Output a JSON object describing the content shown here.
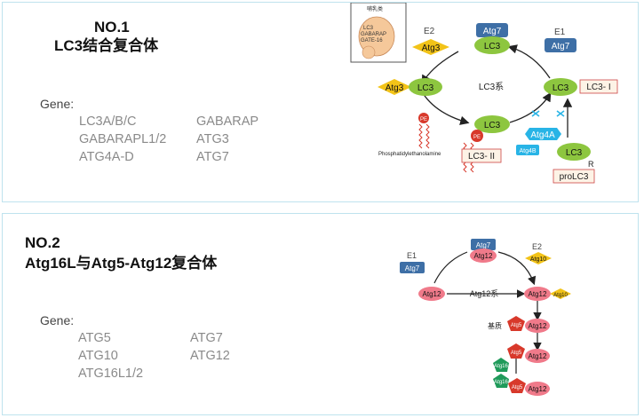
{
  "panel1": {
    "title1": "NO.1",
    "title2": "LC3结合复合体",
    "gene_label": "Gene:",
    "genes": [
      "LC3A/B/C",
      "GABARAP",
      "GABARAPL1/2",
      "ATG3",
      "ATG4A-D",
      "ATG7"
    ],
    "diagram": {
      "inset_lines": [
        "哺乳类",
        "LC3",
        "GABARAP",
        "GATE-16"
      ],
      "center": "LC3系",
      "e1": "E1",
      "e2": "E2",
      "atg7": "Atg7",
      "atg3": "Atg3",
      "lc3": "LC3",
      "atg4a": "Atg4A",
      "atg4b": "Atg4B",
      "pe": "PE",
      "phospholipid": "Phosphatidylethanolamine",
      "lc3_i": "LC3- I",
      "lc3_ii": "LC3- II",
      "prolc3": "proLC3",
      "r": "R"
    },
    "colors": {
      "green": "#8dc63f",
      "blue": "#3e6fa6",
      "yellow": "#f2c318",
      "cyan": "#28b4e6",
      "red": "#d8392b"
    }
  },
  "panel2": {
    "title1": "NO.2",
    "title2": "Atg16L与Atg5-Atg12复合体",
    "gene_label": "Gene:",
    "genes": [
      "ATG5",
      "ATG7",
      "ATG10",
      "ATG12",
      "ATG16L1/2"
    ],
    "diagram": {
      "center": "Atg12系",
      "e1": "E1",
      "e2": "E2",
      "atg7": "Atg7",
      "atg10": "Atg10",
      "atg12": "Atg12",
      "atg5": "Atg5",
      "atg16": "Atg16",
      "substrate": "基质"
    },
    "colors": {
      "pink": "#f07a8a",
      "blue": "#3e6fa6",
      "yellow": "#f2c318",
      "red": "#d8392b",
      "green": "#1f9a5a"
    }
  }
}
